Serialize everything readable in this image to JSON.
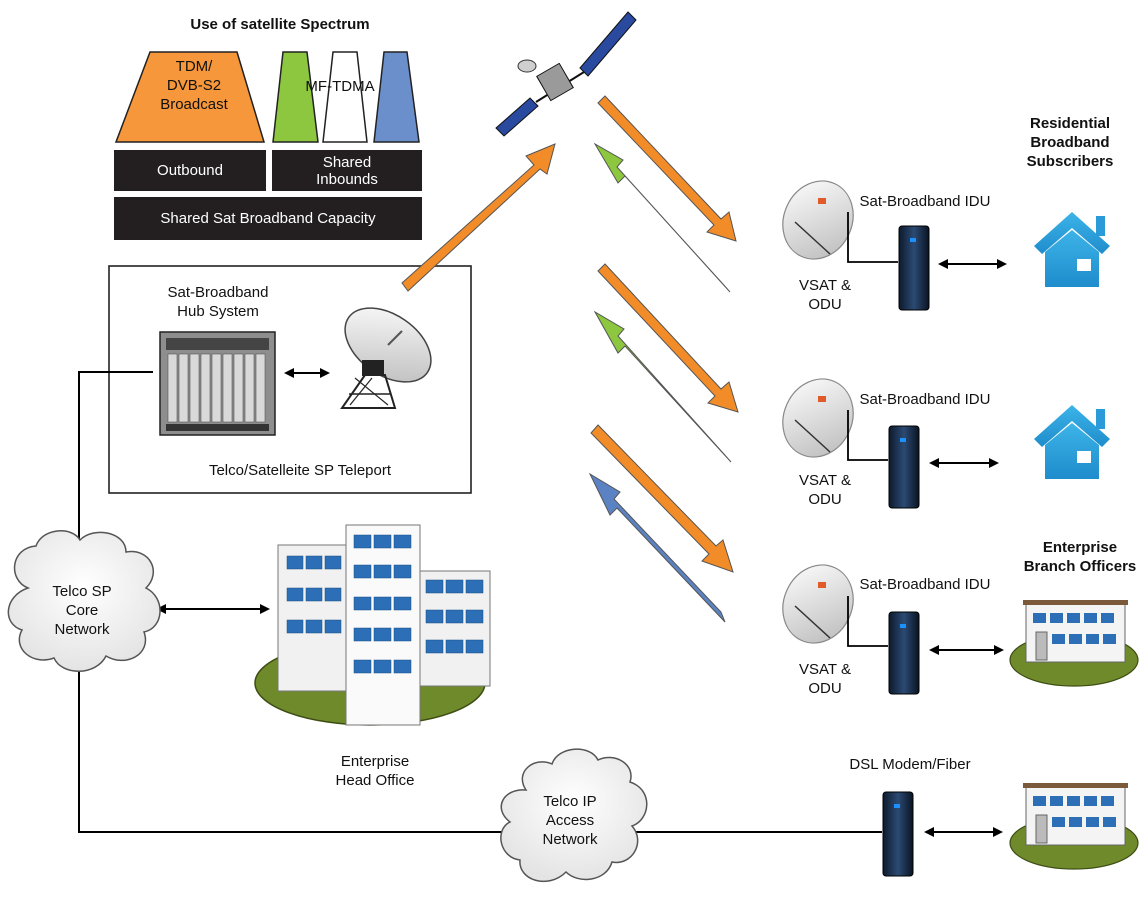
{
  "spectrum": {
    "title": "Use of satellite Spectrum",
    "tdm_label_lines": [
      "TDM/",
      "DVB-S2",
      "Broadcast"
    ],
    "mf_tdma_label": "MF-TDMA",
    "outbound_label": "Outbound",
    "shared_inbounds_lines": [
      "Shared",
      "Inbounds"
    ],
    "capacity_label": "Shared Sat Broadband Capacity",
    "colors": {
      "tdm": "#f5973a",
      "green": "#8dc63f",
      "white": "#ffffff",
      "blue": "#6b8fca",
      "block": "#231f20"
    }
  },
  "teleport": {
    "hub_label_lines": [
      "Sat-Broadband",
      "Hub System"
    ],
    "box_label": "Telco/Satelleite SP Teleport"
  },
  "core_network": {
    "label_lines": [
      "Telco SP",
      "Core",
      "Network"
    ]
  },
  "head_office": {
    "label_lines": [
      "Enterprise",
      "Head Office"
    ]
  },
  "access_network": {
    "label_lines": [
      "Telco IP",
      "Access",
      "Network"
    ]
  },
  "sites": [
    {
      "idu_label": "Sat-Broadband IDU",
      "odu_label_lines": [
        "VSAT &",
        "ODU"
      ],
      "building": "house-icon"
    },
    {
      "idu_label": "Sat-Broadband IDU",
      "odu_label_lines": [
        "VSAT &",
        "ODU"
      ],
      "building": "house-icon"
    },
    {
      "idu_label": "Sat-Broadband IDU",
      "odu_label_lines": [
        "VSAT &",
        "ODU"
      ],
      "building": "office-building-icon"
    }
  ],
  "residential_label_lines": [
    "Residential",
    "Broadband",
    "Subscribers"
  ],
  "enterprise_branch_lines": [
    "Enterprise",
    "Branch Officers"
  ],
  "dsl_label": "DSL Modem/Fiber",
  "link_colors": {
    "downlink": "#f28c28",
    "uplink_green": "#8dc63f",
    "uplink_blue": "#5b83c4"
  }
}
